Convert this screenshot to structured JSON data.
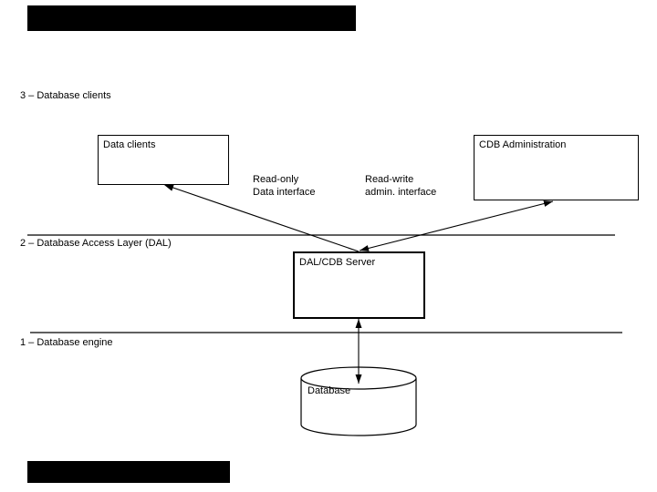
{
  "layers": [
    {
      "label": "3 – Database clients"
    },
    {
      "label": "2 – Database Access Layer (DAL)"
    },
    {
      "label": "1 – Database engine"
    }
  ],
  "nodes": {
    "data_clients": {
      "label": "Data clients"
    },
    "cdb_admin": {
      "label": "CDB Administration"
    },
    "dal_server": {
      "label": "DAL/CDB Server"
    },
    "database": {
      "label": "Database"
    }
  },
  "interfaces": {
    "read_only": {
      "line1": "Read-only",
      "line2": "Data interface"
    },
    "read_write": {
      "line1": "Read-write",
      "line2": "admin. interface"
    }
  },
  "colors": {
    "stroke": "#000000",
    "background": "#ffffff",
    "redaction": "#000000"
  }
}
